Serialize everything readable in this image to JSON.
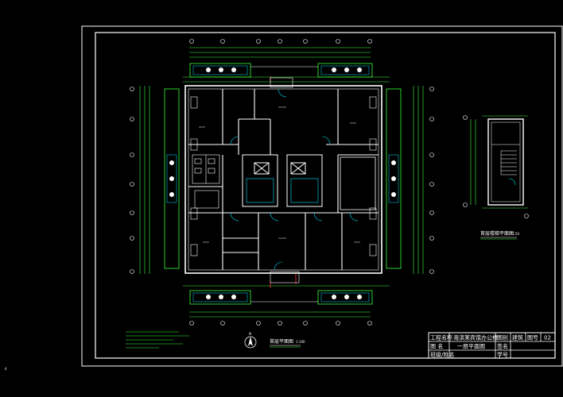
{
  "drawing": {
    "main_plan_caption": "首层平面图",
    "main_plan_scale": "1:100",
    "stair_plan_caption": "首层楼梯平面图",
    "stair_plan_scale": "1:50",
    "margin_mark": "4",
    "north_arrow_label": "N",
    "colors": {
      "background": "#000000",
      "frame": "#ffffff",
      "wall": "#ffffff",
      "cyan": "#00e5ff",
      "green": "#3cff3c",
      "yellow": "#ffff66",
      "red": "#ff3030"
    }
  },
  "title_block": {
    "project_label": "工程名称",
    "project_value": "海滨某宾馆办公楼",
    "drawing_category_label": "图别",
    "drawing_category_value": "建筑",
    "sheet_no_label": "图号",
    "sheet_no_value": "02",
    "drawing_name_label": "图  名",
    "drawing_name_value": "一层平面图",
    "signature_label": "签名",
    "class_label": "班级/姓名",
    "student_id_label": "学号"
  }
}
